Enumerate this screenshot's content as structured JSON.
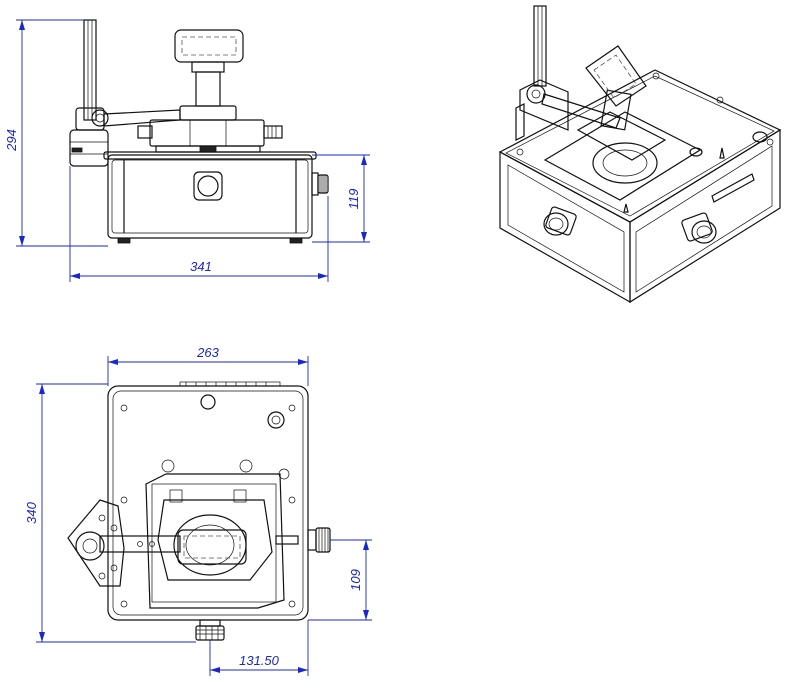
{
  "dimensions": {
    "front_height": "294",
    "front_width": "341",
    "front_base_height": "119",
    "top_width": "263",
    "top_depth": "340",
    "top_knob_offset": "109",
    "top_knob_distance": "131.50"
  },
  "colors": {
    "dimension": "#1a27c9",
    "outline": "#111111"
  }
}
